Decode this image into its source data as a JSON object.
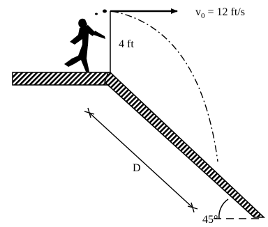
{
  "diagram": {
    "velocity_label": "v0 = 12 ft/s",
    "velocity_symbol": "v",
    "velocity_subscript": "0",
    "velocity_value": " = 12 ft/s",
    "height_label": "4 ft",
    "distance_label": "D",
    "angle_label": "45°",
    "icons": [
      "person-throwing-icon",
      "velocity-arrow-icon"
    ],
    "colors": {
      "ink": "#000000",
      "background": "#ffffff"
    }
  }
}
